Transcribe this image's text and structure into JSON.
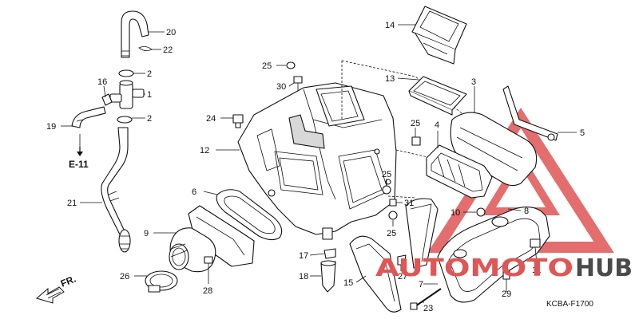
{
  "diagram": {
    "callouts": {
      "c1": "1",
      "c2a": "2",
      "c2b": "2",
      "c3": "3",
      "c4": "4",
      "c5": "5",
      "c6": "6",
      "c7": "7",
      "c8": "8",
      "c9": "9",
      "c10": "10",
      "c11": "11",
      "c12": "12",
      "c13": "13",
      "c14": "14",
      "c15": "15",
      "c16": "16",
      "c17": "17",
      "c18": "18",
      "c19": "19",
      "c20": "20",
      "c21": "21",
      "c22": "22",
      "c23": "23",
      "c24": "24",
      "c25a": "25",
      "c25b": "25",
      "c25c": "25",
      "c25d": "25",
      "c26": "26",
      "c27": "27",
      "c28": "28",
      "c29": "29",
      "c30": "30",
      "c31": "31"
    },
    "ref_label": "E-11",
    "front_label": "FR.",
    "code_label": "KCBA-F1700"
  },
  "watermark": {
    "part1": "AUTOMOTO",
    "part2": "HUB",
    "color_red": "#e05555",
    "color_dark": "#4a4a4a"
  }
}
